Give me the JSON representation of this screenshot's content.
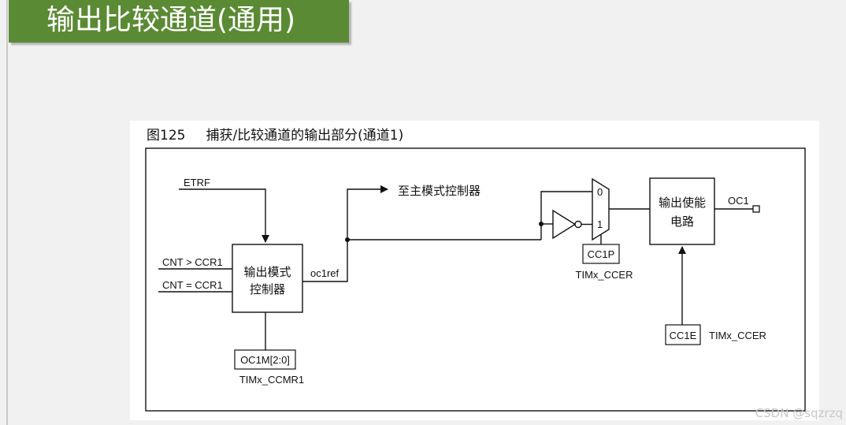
{
  "slide": {
    "title": "输出比较通道(通用)"
  },
  "figure": {
    "caption_number": "图125",
    "caption_text": "捕获/比较通道的输出部分(通道1)"
  },
  "diagram": {
    "inputs": {
      "etrf": "ETRF",
      "cnt_gt": "CNT > CCR1",
      "cnt_eq": "CNT = CCR1"
    },
    "mode_controller": {
      "line1": "输出模式",
      "line2": "控制器"
    },
    "oc1ref_label": "oc1ref",
    "to_slave_controller": "至主模式控制器",
    "mode_register": {
      "box": "OC1M[2:0]",
      "name": "TIMx_CCMR1"
    },
    "mux": {
      "input0": "0",
      "input1": "1"
    },
    "polarity": {
      "box": "CC1P",
      "name": "TIMx_CCER"
    },
    "enable_circuit": {
      "line1": "输出使能",
      "line2": "电路"
    },
    "output": "OC1",
    "enable_register": {
      "box": "CC1E",
      "name": "TIMx_CCER"
    }
  },
  "watermark": "CSDN @sqzrzq"
}
